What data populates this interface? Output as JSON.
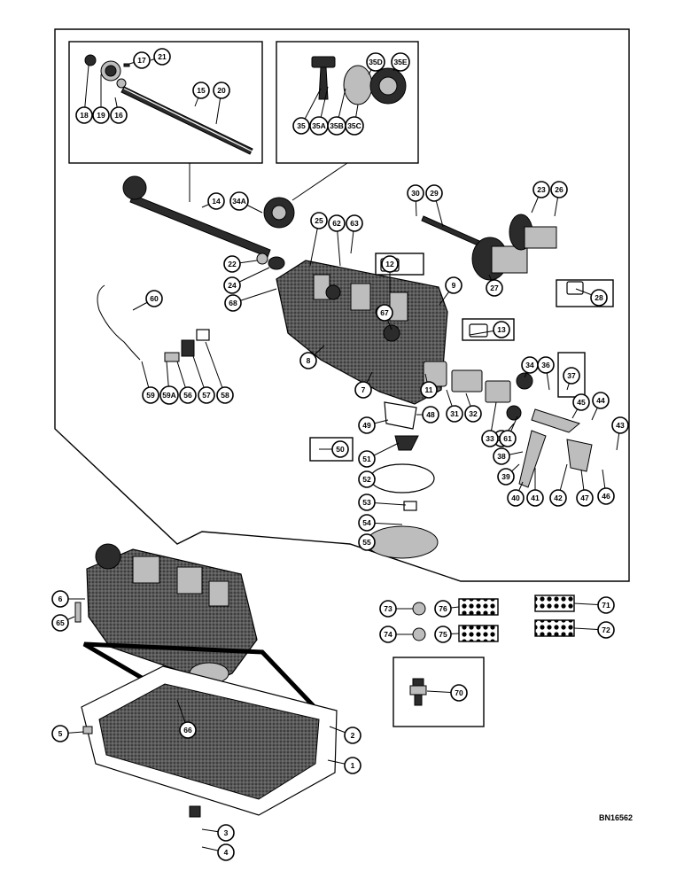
{
  "reference_code": "BN16562",
  "callouts": [
    "1",
    "2",
    "3",
    "4",
    "5",
    "6",
    "7",
    "8",
    "9",
    "10",
    "11",
    "12",
    "13",
    "14",
    "15",
    "16",
    "17",
    "18",
    "19",
    "20",
    "21",
    "22",
    "23",
    "24",
    "25",
    "26",
    "27",
    "28",
    "29",
    "30",
    "31",
    "32",
    "33",
    "34",
    "34A",
    "35",
    "35A",
    "35B",
    "35C",
    "35D",
    "35E",
    "36",
    "37",
    "38",
    "39",
    "40",
    "41",
    "42",
    "43",
    "44",
    "45",
    "46",
    "47",
    "48",
    "49",
    "50",
    "51",
    "52",
    "53",
    "54",
    "55",
    "56",
    "57",
    "58",
    "59",
    "59A",
    "60",
    "61",
    "62",
    "63",
    "65",
    "66",
    "67",
    "68",
    "70",
    "71",
    "72",
    "73",
    "74",
    "75",
    "76"
  ]
}
